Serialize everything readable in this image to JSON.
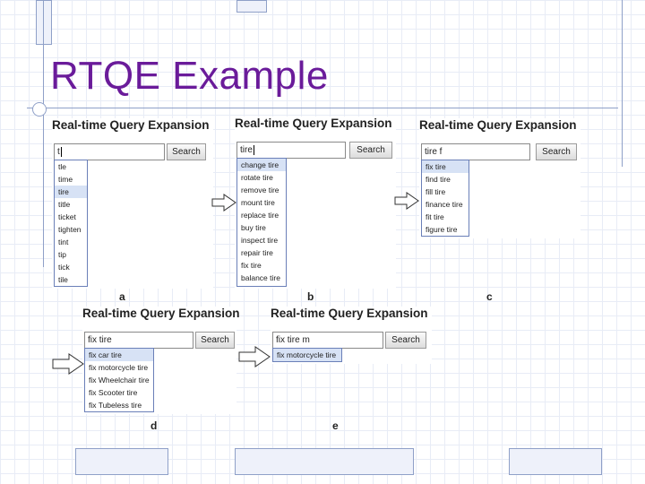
{
  "slide": {
    "title": "RTQE Example"
  },
  "panels": [
    {
      "label": "a",
      "title": "Real-time Query Expansion",
      "query": "t",
      "button": "Search",
      "suggestions": [
        "tle",
        "time",
        "tire",
        "title",
        "ticket",
        "tighten",
        "tint",
        "tip",
        "tick",
        "tile"
      ],
      "highlighted": 2
    },
    {
      "label": "b",
      "title": "Real-time Query Expansion",
      "query": "tire",
      "button": "Search",
      "suggestions": [
        "change tire",
        "rotate tire",
        "remove tire",
        "mount tire",
        "replace tire",
        "buy tire",
        "inspect tire",
        "repair tire",
        "fix tire",
        "balance tire"
      ],
      "highlighted": 0
    },
    {
      "label": "c",
      "title": "Real-time Query Expansion",
      "query": "tire f",
      "button": "Search",
      "suggestions": [
        "fix tire",
        "find tire",
        "fill tire",
        "finance tire",
        "fit tire",
        "figure tire"
      ],
      "highlighted": 0
    },
    {
      "label": "d",
      "title": "Real-time Query Expansion",
      "query": "fix tire",
      "button": "Search",
      "suggestions": [
        "fix car tire",
        "fix motorcycle tire",
        "fix Wheelchair tire",
        "fix Scooter tire",
        "fix Tubeless tire"
      ],
      "highlighted": 0
    },
    {
      "label": "e",
      "title": "Real-time Query Expansion",
      "query": "fix tire m",
      "button": "Search",
      "suggestions": [
        "fix motorcycle tire"
      ],
      "highlighted": 0
    }
  ],
  "colors": {
    "title": "#6a1b9a",
    "highlight": "#d7e2f5",
    "dropdown_border": "#6a7fb8"
  }
}
